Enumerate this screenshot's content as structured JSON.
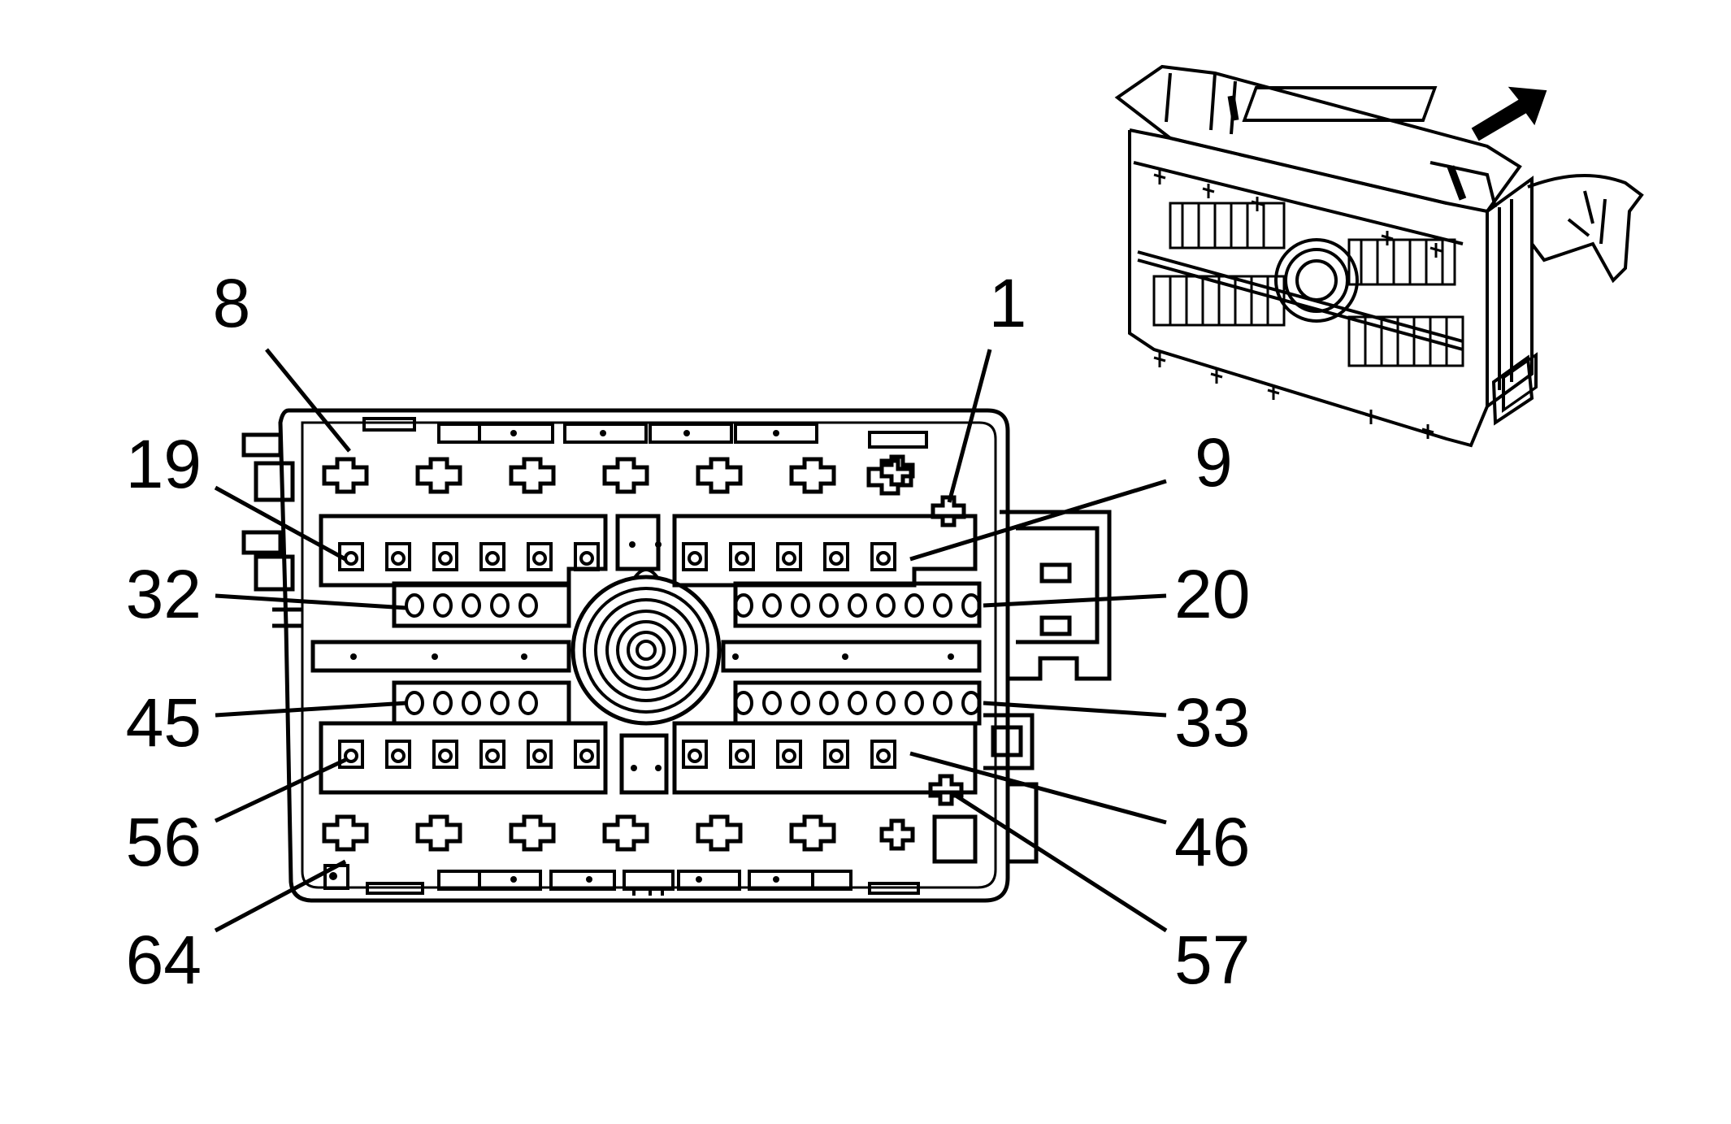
{
  "diagram": {
    "pin_labels": {
      "p1": "1",
      "p8": "8",
      "p9": "9",
      "p19": "19",
      "p20": "20",
      "p32": "32",
      "p33": "33",
      "p45": "45",
      "p46": "46",
      "p56": "56",
      "p57": "57",
      "p64": "64"
    },
    "icons": {
      "direction": "arrow-up-right-icon",
      "connector_face": "connector-face-view",
      "connector_iso": "connector-isometric-view"
    },
    "colors": {
      "line": "#000000",
      "background": "#ffffff"
    }
  }
}
